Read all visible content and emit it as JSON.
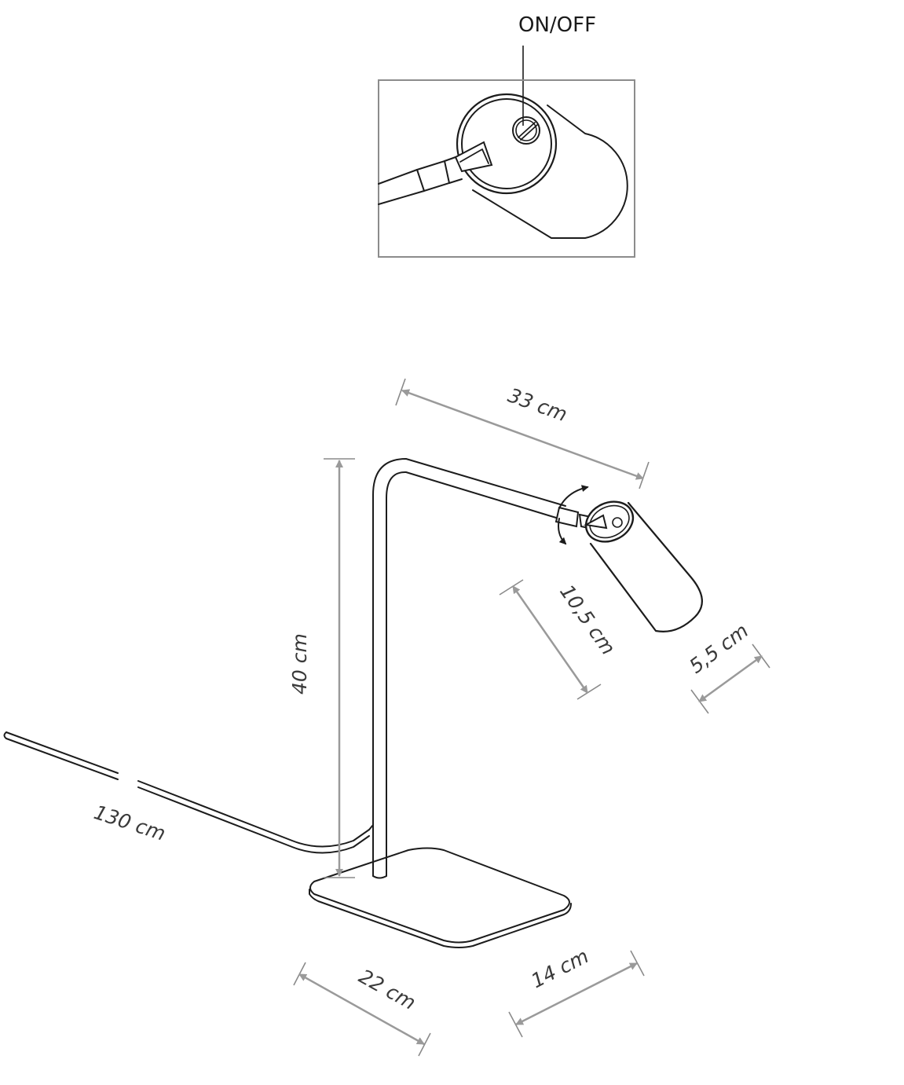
{
  "switch_label": "ON/OFF",
  "dimensions": {
    "arm_length": "33 cm",
    "height": "40 cm",
    "shade_length": "10,5 cm",
    "shade_diameter": "5,5 cm",
    "cable_length": "130 cm",
    "base_length": "22 cm",
    "base_width": "14 cm"
  }
}
